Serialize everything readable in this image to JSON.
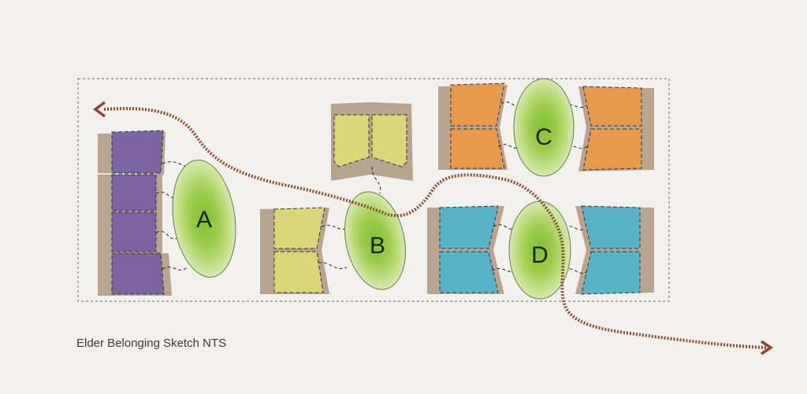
{
  "caption": "Elder Belonging Sketch NTS",
  "zones": {
    "a": "A",
    "b": "B",
    "c": "C",
    "d": "D"
  },
  "colors": {
    "background": "#f3f1ee",
    "room_shadow": "#b8a48f",
    "purple_rooms": "#7b64a2",
    "yellow_rooms": "#ddd57a",
    "orange_rooms": "#e89a4c",
    "blue_rooms": "#58b3c9",
    "green_outer": "#cfe6a6",
    "green_mid": "#a9d35e",
    "green_inner": "#83c236",
    "path_color": "#8a4a2e",
    "boundary": "#666666"
  }
}
